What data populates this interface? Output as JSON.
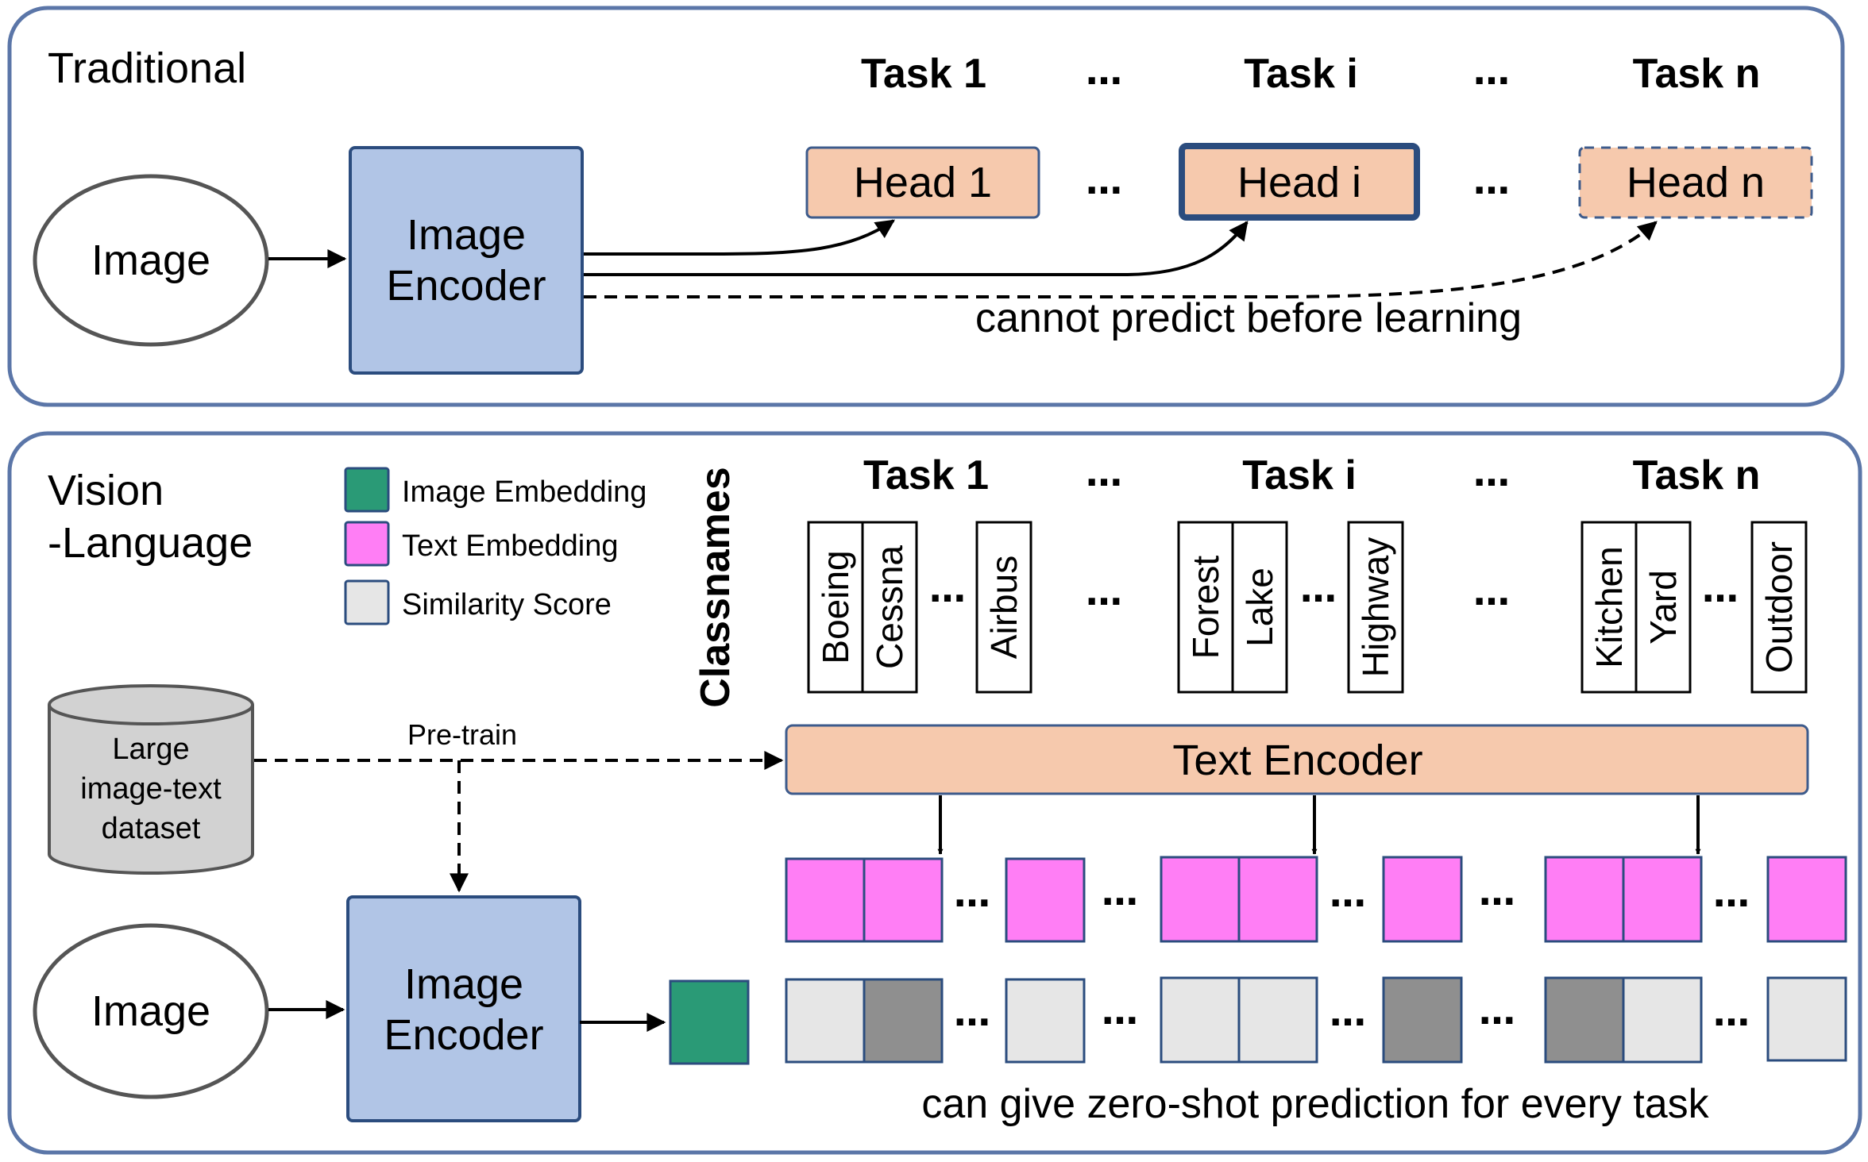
{
  "colors": {
    "panel_border": "#5b76a8",
    "encoder_fill": "#b1c5e6",
    "encoder_border": "#2b4c7e",
    "head_fill": "#f6c9ad",
    "head_border": "#3d5b8c",
    "image_emb": "#2a9a76",
    "text_emb": "#ff7ef5",
    "score_light": "#e6e6e6",
    "score_dark": "#8f8f8f",
    "dataset_fill": "#d2d2d2"
  },
  "traditional": {
    "label": "Traditional",
    "image_label": "Image",
    "encoder_line1": "Image",
    "encoder_line2": "Encoder",
    "tasks": [
      "Task 1",
      "Task i",
      "Task n"
    ],
    "heads": [
      "Head 1",
      "Head i",
      "Head n"
    ],
    "ellipsis": "…",
    "note": "cannot predict before learning"
  },
  "vision_language": {
    "label_line1": "Vision",
    "label_line2": "-Language",
    "legend": [
      "Image Embedding",
      "Text Embedding",
      "Similarity Score"
    ],
    "classnames_title": "Classnames",
    "tasks": [
      "Task 1",
      "Task i",
      "Task n"
    ],
    "classnames": [
      [
        "Boeing",
        "Cessna",
        "Airbus"
      ],
      [
        "Forest",
        "Lake",
        "Highway"
      ],
      [
        "Kitchen",
        "Yard",
        "Outdoor"
      ]
    ],
    "dataset_line1": "Large",
    "dataset_line2": "image-text",
    "dataset_line3": "dataset",
    "pretrain_label": "Pre-train",
    "text_encoder": "Text Encoder",
    "image_label": "Image",
    "encoder_line1": "Image",
    "encoder_line2": "Encoder",
    "ellipsis": "…",
    "score_pattern": [
      [
        "light",
        "dark",
        "light"
      ],
      [
        "light",
        "light",
        "dark"
      ],
      [
        "dark",
        "light",
        "light"
      ]
    ],
    "note": "can give zero-shot prediction for every task"
  }
}
